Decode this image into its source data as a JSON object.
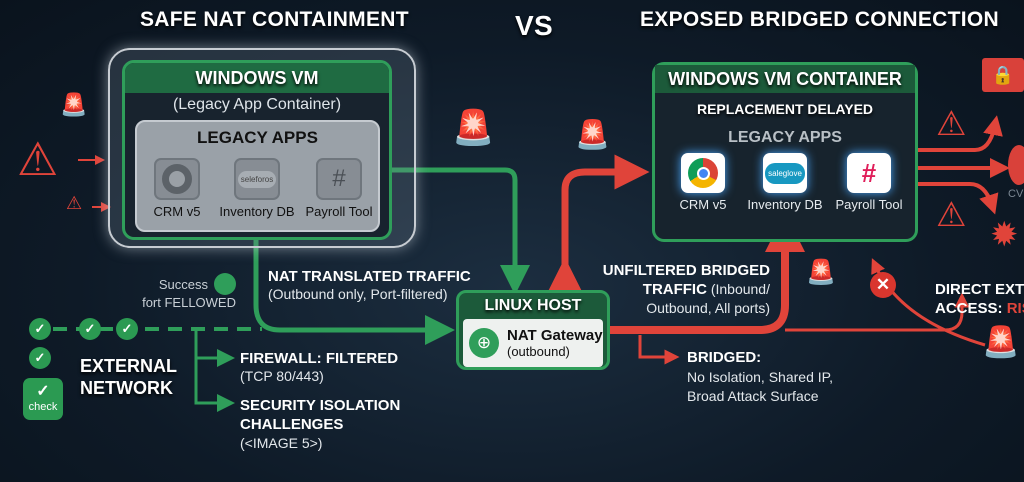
{
  "titles": {
    "left": "SAFE NAT CONTAINMENT",
    "vs": "VS",
    "right": "EXPOSED BRIDGED CONNECTION"
  },
  "left_vm": {
    "title": "WINDOWS VM",
    "subtitle": "(Legacy App Container)",
    "apps_title": "LEGACY APPS",
    "apps": [
      {
        "label": "CRM v5",
        "icon": "chrome-icon"
      },
      {
        "label": "Inventory DB",
        "icon": "salesforce-icon",
        "logo_text": "seleforos"
      },
      {
        "label": "Payroll Tool",
        "icon": "slack-icon"
      }
    ]
  },
  "right_vm": {
    "title": "WINDOWS VM CONTAINER",
    "subtitle": "REPLACEMENT DELAYED",
    "apps_title": "LEGACY APPS",
    "apps": [
      {
        "label": "CRM v5",
        "icon": "chrome-icon"
      },
      {
        "label": "Inventory DB",
        "icon": "salesforce-icon",
        "logo_text": "saleglove"
      },
      {
        "label": "Payroll Tool",
        "icon": "slack-icon"
      }
    ]
  },
  "linux_host": {
    "title": "LINUX HOST",
    "gateway": "NAT Gateway",
    "gateway_sub": "(outbound)"
  },
  "nat_traffic": {
    "title": "NAT TRANSLATED TRAFFIC",
    "sub": "(Outbound only, Port-filtered)"
  },
  "success": {
    "line1": "Success",
    "line2": "fort FELLOWED"
  },
  "external": {
    "line1": "EXTERNAL",
    "line2": "NETWORK",
    "check_label": "check"
  },
  "firewall": {
    "title": "FIREWALL: FILTERED",
    "sub": "(TCP 80/443)"
  },
  "isolation": {
    "line1": "SECURITY ISOLATION",
    "line2": "CHALLENGES",
    "sub": "(<IMAGE 5>)"
  },
  "unfiltered": {
    "line1": "UNFILTERED BRIDGED",
    "line2_bold": "TRAFFIC",
    "line2_rest": " (Inbound/",
    "line3": "Outbound, All ports)"
  },
  "bridged": {
    "title": "BRIDGED:",
    "line1": "No Isolation, Shared IP,",
    "line2": "Broad Attack Surface"
  },
  "direct": {
    "line1": "DIRECT EXTE",
    "line2_white": "ACCESS: ",
    "line2_red": "RIS"
  },
  "cve": "CVE",
  "colors": {
    "green": "#2f9e5a",
    "red": "#e0443a",
    "bg": "#0e1a27"
  }
}
